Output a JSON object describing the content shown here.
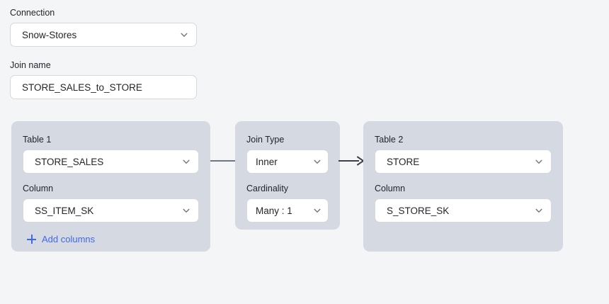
{
  "form": {
    "connection": {
      "label": "Connection",
      "value": "Snow-Stores"
    },
    "join_name": {
      "label": "Join name",
      "value": "STORE_SALES_to_STORE",
      "placeholder": "Join name"
    }
  },
  "diagram": {
    "table1": {
      "table_label": "Table 1",
      "table_value": "STORE_SALES",
      "column_label": "Column",
      "column_value": "SS_ITEM_SK",
      "add_columns_label": "Add columns"
    },
    "join": {
      "join_type_label": "Join Type",
      "join_type_value": "Inner",
      "cardinality_label": "Cardinality",
      "cardinality_value": "Many : 1"
    },
    "table2": {
      "table_label": "Table 2",
      "table_value": "STORE",
      "column_label": "Column",
      "column_value": "S_STORE_SK"
    }
  },
  "colors": {
    "page_background": "#f4f5f7",
    "card_background": "#d5d9e1",
    "control_background": "#ffffff",
    "control_border": "#d5d8de",
    "text": "#23252b",
    "link_accent": "#3d6ae8",
    "connector": "#6e7585"
  }
}
